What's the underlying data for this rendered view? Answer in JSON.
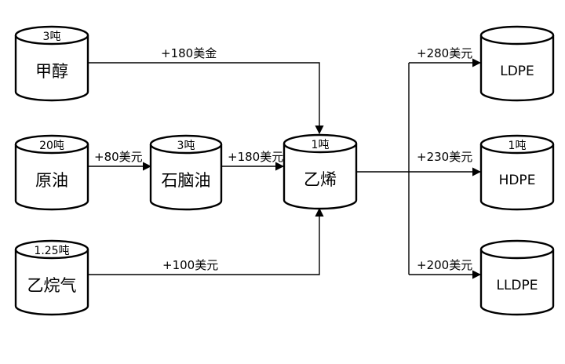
{
  "nodes": {
    "methanol": {
      "label": "甲醇",
      "qty": "3吨"
    },
    "crude_oil": {
      "label": "原油",
      "qty": "20吨"
    },
    "naphtha": {
      "label": "石脑油",
      "qty": "3吨"
    },
    "ethane": {
      "label": "乙烷气",
      "qty": "1.25吨"
    },
    "ethylene": {
      "label": "乙烯",
      "qty": "1吨"
    },
    "ldpe": {
      "label": "LDPE",
      "qty": ""
    },
    "hdpe": {
      "label": "HDPE",
      "qty": "1吨"
    },
    "lldpe": {
      "label": "LLDPE",
      "qty": ""
    }
  },
  "edges": {
    "methanol_to_ethylene": "+180美金",
    "crude_to_naphtha": "+80美元",
    "naphtha_to_ethylene": "+180美元",
    "ethane_to_ethylene": "+100美元",
    "ethylene_to_ldpe": "+280美元",
    "ethylene_to_hdpe": "+230美元",
    "ethylene_to_lldpe": "+200美元"
  }
}
